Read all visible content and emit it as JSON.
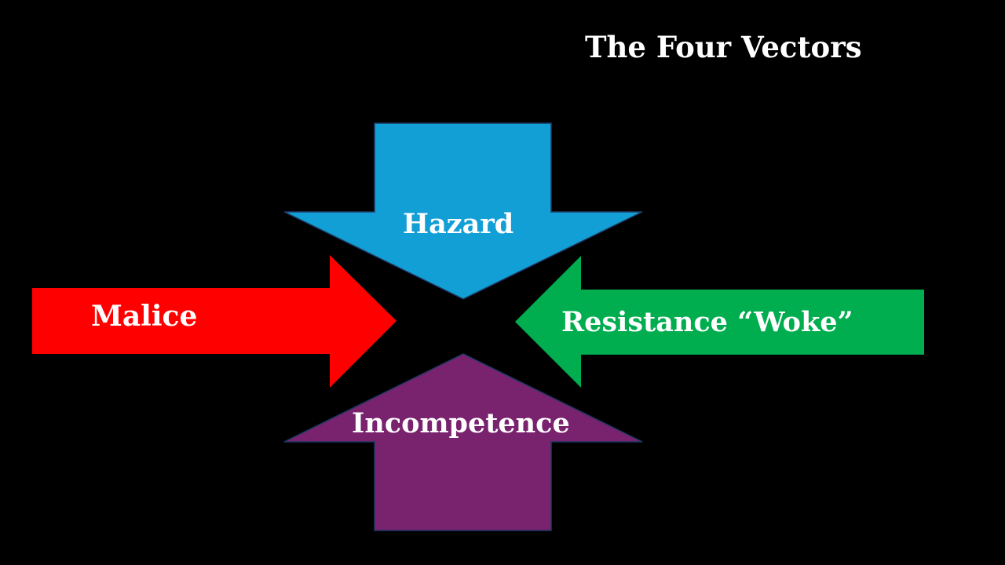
{
  "title": "The Four Vectors",
  "arrows": [
    {
      "id": "hazard",
      "label": "Hazard",
      "direction": "down",
      "color": "#129FD6"
    },
    {
      "id": "malice",
      "label": "Malice",
      "direction": "right",
      "color": "#FF0000"
    },
    {
      "id": "resistance",
      "label": "Resistance “Woke”",
      "direction": "left",
      "color": "#00AD4F"
    },
    {
      "id": "incompetence",
      "label": "Incompetence",
      "direction": "up",
      "color": "#79226E"
    }
  ],
  "colors": {
    "background": "#000000",
    "text": "#FFFFFF",
    "arrow_outline": "#1F3864"
  }
}
